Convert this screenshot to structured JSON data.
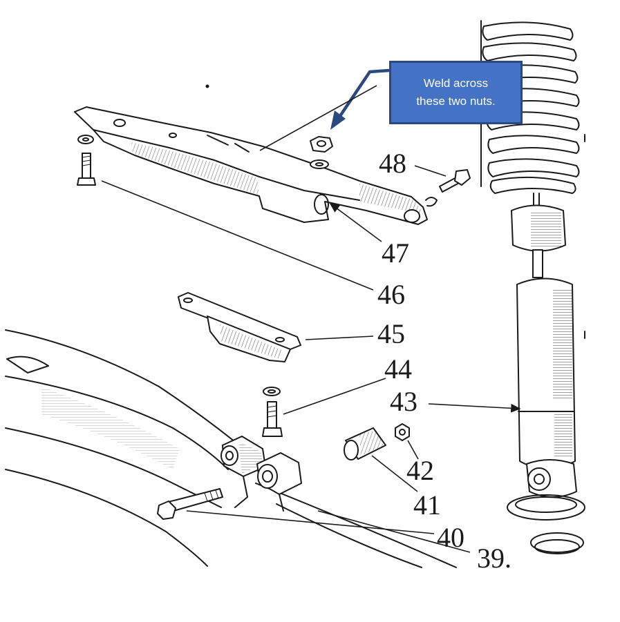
{
  "callout": {
    "line1": "Weld across",
    "line2": "these two nuts.",
    "fill": "#4472c4",
    "border": "#2a4a7f",
    "text_color": "#ffffff"
  },
  "labels": {
    "l48": "48",
    "l47": "47",
    "l46": "46",
    "l45": "45",
    "l44": "44",
    "l43": "43",
    "l42": "42",
    "l41": "41",
    "l40": "40",
    "l39": "39."
  }
}
